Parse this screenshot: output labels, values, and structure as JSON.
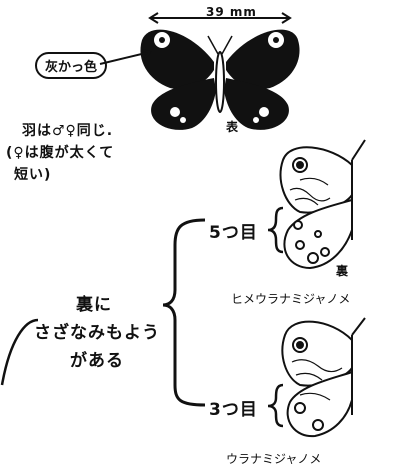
{
  "top": {
    "measure": "39 mm",
    "color_label": "灰かっ色",
    "front_mark": "表"
  },
  "notes": {
    "line1": "羽は♂♀同じ.",
    "line2": "(♀は腹が太くて",
    "line3": "短い)"
  },
  "pattern_note": {
    "line1": "裏に",
    "line2": "さざなみもよう",
    "line3": "がある"
  },
  "species": [
    {
      "eye_count": "5つ目",
      "back_mark": "裏",
      "name": "ヒメウラナミジャノメ"
    },
    {
      "eye_count": "3つ目",
      "name": "ウラナミジャノメ"
    }
  ],
  "colors": {
    "ink": "#111111",
    "paper": "#ffffff"
  }
}
